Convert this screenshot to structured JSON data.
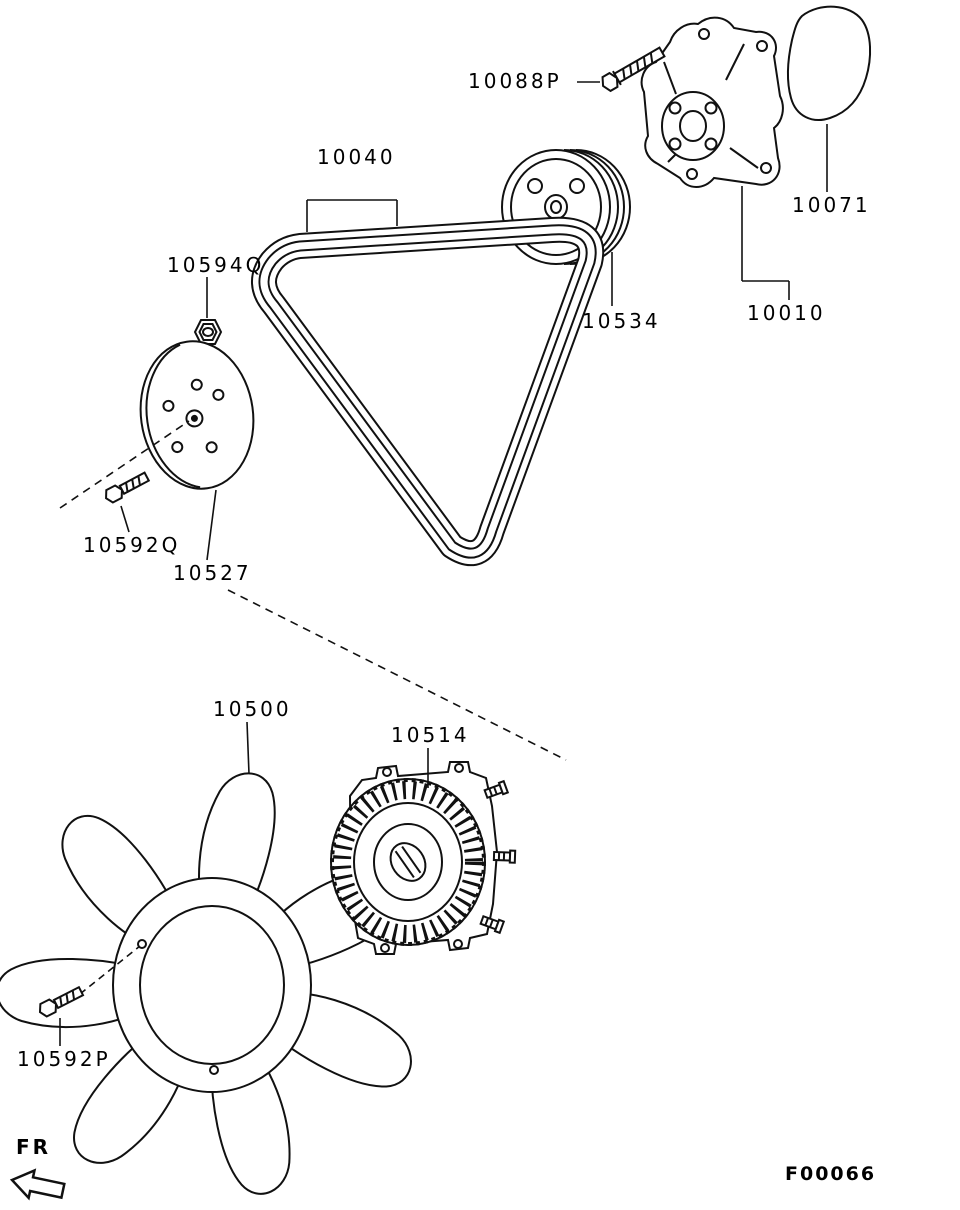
{
  "colors": {
    "line": "#111111",
    "background": "#ffffff"
  },
  "labels": {
    "p10088P": "10088P",
    "p10040": "10040",
    "p10071": "10071",
    "p10534": "10534",
    "p10010": "10010",
    "p10594Q": "10594Q",
    "p10592Q": "10592Q",
    "p10527": "10527",
    "p10500": "10500",
    "p10514": "10514",
    "p10592P": "10592P"
  },
  "direction": {
    "label": "FR"
  },
  "footer": {
    "figure_code": "F00066"
  }
}
